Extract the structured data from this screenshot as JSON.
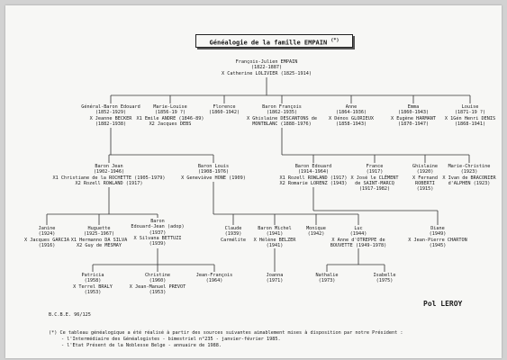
{
  "title": "Généalogie de la famille EMPAIN",
  "title_mark": "(*)",
  "root": [
    "François-Julien EMPAIN",
    "(1822-1887)",
    "X Catherine LOLIVIER (1825-1914)"
  ],
  "gen1": [
    [
      "Général-Baron Edouard",
      "(1852-1929)",
      "X Jeanne BECKER",
      "(1882-1938)"
    ],
    [
      "Marie-Louise",
      "(1856-19 ?)",
      "X1 Emile ANDRE (1846-89)",
      "X2 Jacques DEBS"
    ],
    [
      "Florence",
      "(1860-1942)"
    ],
    [
      "Baron François",
      "(1862-1935)",
      "X Ghislaine DESCANTONS de",
      "MONTBLANC (1888-1976)"
    ],
    [
      "Anne",
      "(1864-1936)",
      "X Dénos GLORIEUX",
      "(1858-1943)"
    ],
    [
      "Emma",
      "(1860-1943)",
      "X Eugène HARMANT",
      "(1870-1947)"
    ],
    [
      "Louise",
      "(1871-19 ?)",
      "X 1Gén Henri DENIS",
      "(1868-1941)"
    ]
  ],
  "gen2": [
    [
      "Baron Jean",
      "(1902-1946)",
      "X1 Christiane de la ROCHETTE (1905-1979)",
      "X2 Rozell ROWLAND (1917)"
    ],
    [
      "Baron Louis",
      "(1908-1976)",
      "X Geneviève HONE (1909)"
    ],
    [
      "Baron Edouard",
      "(1914-1964)",
      "X1 Rozell ROWLAND (1917)",
      "X2 Romarie LORENZ (1943)"
    ],
    [
      "France",
      "(1917)",
      "X José le CLÉMENT",
      "de SAINT-MARCQ",
      "(1917-1982)"
    ],
    [
      "Ghislaine",
      "(1920)",
      "X Fernand",
      "ROBERTI",
      "(1915)"
    ],
    [
      "Marie-Christine",
      "(1923)",
      "X Ivan de BRACONIER",
      "d'ALPHEN (1923)"
    ]
  ],
  "gen3": [
    [
      "Janine",
      "(1924)",
      "X Jacques GARCIA",
      "(1916)"
    ],
    [
      "Huguette",
      "(1925-1967)",
      "X1 Hermanno DA SILVA",
      "X2 Guy de MESMAY"
    ],
    [
      "Baron",
      "Edouard-Jean (adop)",
      "(1937)",
      "X Silvana BETTUZI",
      "(1939)"
    ],
    [
      "Claude",
      "(1939)",
      "Carmélite"
    ],
    [
      "Baron Michel",
      "(1941)",
      "X Hélène BELZER",
      "(1941)"
    ],
    [
      "Monique",
      "(1942)"
    ],
    [
      "Luc",
      "(1944)",
      "X Anne d'OTREPPE de",
      "BOUVETTE (1949-1978)"
    ],
    [
      "Diane",
      "(1949)",
      "X Jean-Pierre CHARTON",
      "(1945)"
    ]
  ],
  "gen4": [
    [
      "Patricia",
      "(1958)",
      "X Terrel BRALY",
      "(1953)"
    ],
    [
      "Christine",
      "(1960)",
      "X Jean-Manuel PREVOT",
      "(1953)"
    ],
    [
      "Jean-François",
      "(1964)"
    ],
    [
      "Joanna",
      "(1971)"
    ],
    [
      "Nathalie",
      "(1973)"
    ],
    [
      "Isabelle",
      "(1975)"
    ]
  ],
  "author": "Pol LEROY",
  "ref": "B.C.B.E. 96/125",
  "notes": [
    "(*) Ce tableau généalogique a été réalisé à partir des sources suivantes aimablement mises à disposition par notre Président :",
    "- l'Intermédiaire des Généalogistes - bimestriel n°235 - janvier-février 1985.",
    "- l'Etat Présent de la Noblesse Belge - annuaire de 1988."
  ]
}
